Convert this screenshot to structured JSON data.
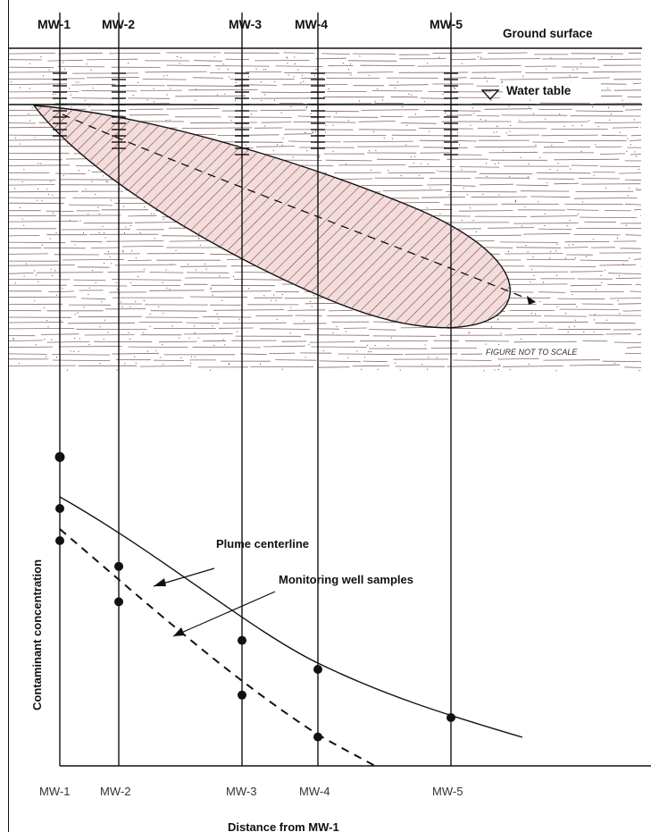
{
  "wells": [
    "MW-1",
    "MW-2",
    "MW-3",
    "MW-4",
    "MW-5"
  ],
  "labels": {
    "ground_surface": "Ground surface",
    "water_table": "Water table",
    "not_to_scale": "FIGURE NOT TO SCALE",
    "plume_centerline": "Plume centerline",
    "monitoring_well_samples": "Monitoring well samples",
    "y_axis": "Contaminant concentration",
    "x_axis": "Distance from MW-1"
  },
  "colors": {
    "plume_fill": "#f3dcdc",
    "plume_hatch": "#7a3a3a",
    "stratification": "#8a6a6a",
    "line": "#111111"
  },
  "chart_data": {
    "type": "line",
    "categories": [
      "MW-1",
      "MW-2",
      "MW-3",
      "MW-4",
      "MW-5"
    ],
    "xlabel": "Distance from MW-1",
    "ylabel": "Contaminant concentration",
    "series": [
      {
        "name": "Plume centerline",
        "line_style": "solid",
        "values": [
          0.8,
          0.62,
          0.39,
          0.3,
          0.15
        ]
      },
      {
        "name": "Monitoring well samples",
        "line_style": "dashed",
        "values": [
          0.7,
          0.51,
          0.22,
          0.09,
          null
        ]
      }
    ],
    "mw1_upper_point": 0.96
  }
}
